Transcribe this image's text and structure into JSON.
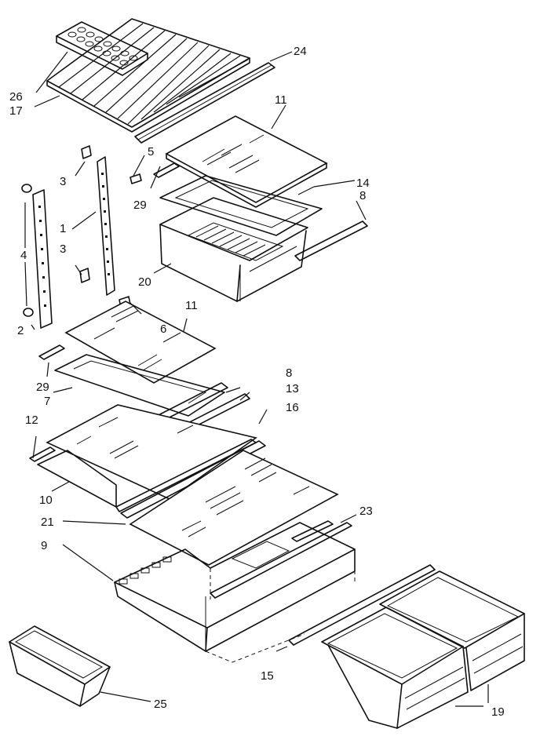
{
  "diagram": {
    "callouts": {
      "c1": "1",
      "c2": "2",
      "c3a": "3",
      "c3b": "3",
      "c4": "4",
      "c5": "5",
      "c6": "6",
      "c7": "7",
      "c8a": "8",
      "c8b": "8",
      "c9": "9",
      "c10": "10",
      "c11a": "11",
      "c11b": "11",
      "c12": "12",
      "c13": "13",
      "c14": "14",
      "c15": "15",
      "c16": "16",
      "c17": "17",
      "c19": "19",
      "c20": "20",
      "c21": "21",
      "c23": "23",
      "c24": "24",
      "c25": "25",
      "c26": "26",
      "c29a": "29",
      "c29b": "29"
    }
  }
}
